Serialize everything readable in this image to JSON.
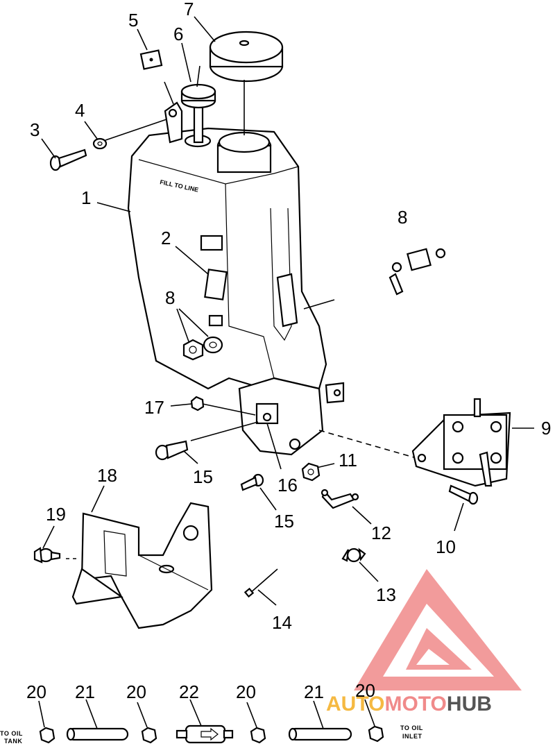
{
  "callouts": {
    "c1": "1",
    "c2": "2",
    "c3": "3",
    "c4": "4",
    "c5": "5",
    "c6": "6",
    "c7": "7",
    "c8a": "8",
    "c8b": "8",
    "c9": "9",
    "c10": "10",
    "c11": "11",
    "c12": "12",
    "c13": "13",
    "c14": "14",
    "c15a": "15",
    "c15b": "15",
    "c16": "16",
    "c17": "17",
    "c18": "18",
    "c19": "19",
    "c20a": "20",
    "c20b": "20",
    "c20c": "20",
    "c20d": "20",
    "c21a": "21",
    "c21b": "21",
    "c22": "22"
  },
  "labels": {
    "to_oil_tank_line1": "TO OIL",
    "to_oil_tank_line2": "TANK",
    "to_oil_inlet_line1": "TO OIL",
    "to_oil_inlet_line2": "INLET",
    "tank_fill_to_line": "FILL TO LINE"
  },
  "watermark": {
    "text_part1": "AUTO",
    "text_part2": "MOTO",
    "text_part3": "HUB",
    "color_primary": "#f08a8a",
    "color_secondary": "#f5b942",
    "color_dark": "#555555"
  }
}
